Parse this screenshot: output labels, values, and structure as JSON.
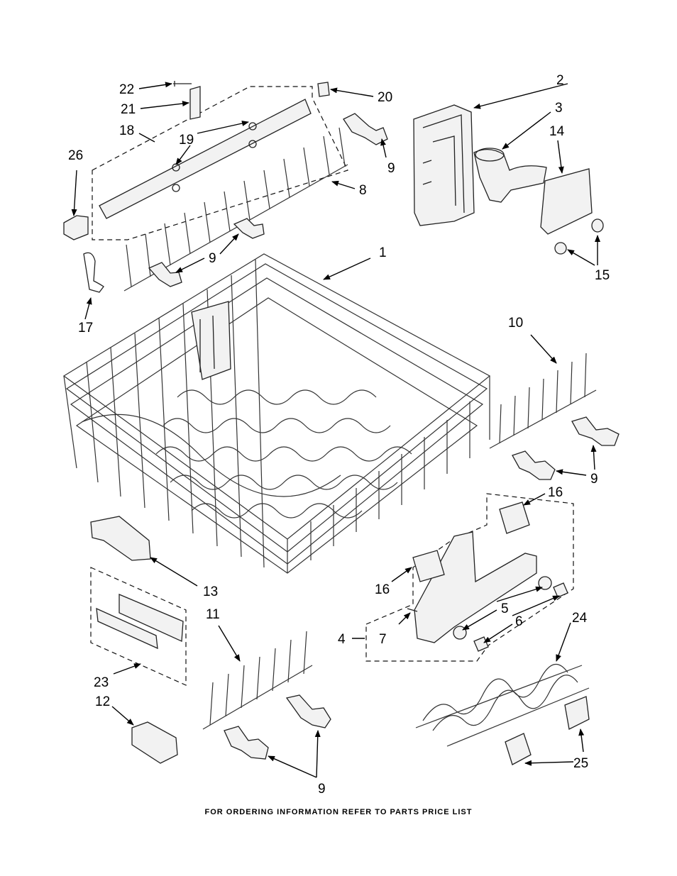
{
  "callouts": [
    {
      "id": "c1",
      "text": "1"
    },
    {
      "id": "c2",
      "text": "2"
    },
    {
      "id": "c3",
      "text": "3"
    },
    {
      "id": "c4",
      "text": "4"
    },
    {
      "id": "c5",
      "text": "5"
    },
    {
      "id": "c6",
      "text": "6"
    },
    {
      "id": "c7",
      "text": "7"
    },
    {
      "id": "c8",
      "text": "8"
    },
    {
      "id": "c9a",
      "text": "9"
    },
    {
      "id": "c9b",
      "text": "9"
    },
    {
      "id": "c9c",
      "text": "9"
    },
    {
      "id": "c9d",
      "text": "9"
    },
    {
      "id": "c10",
      "text": "10"
    },
    {
      "id": "c11",
      "text": "11"
    },
    {
      "id": "c12",
      "text": "12"
    },
    {
      "id": "c13",
      "text": "13"
    },
    {
      "id": "c14",
      "text": "14"
    },
    {
      "id": "c15",
      "text": "15"
    },
    {
      "id": "c16a",
      "text": "16"
    },
    {
      "id": "c16b",
      "text": "16"
    },
    {
      "id": "c17",
      "text": "17"
    },
    {
      "id": "c18",
      "text": "18"
    },
    {
      "id": "c19",
      "text": "19"
    },
    {
      "id": "c20",
      "text": "20"
    },
    {
      "id": "c21",
      "text": "21"
    },
    {
      "id": "c22",
      "text": "22"
    },
    {
      "id": "c23",
      "text": "23"
    },
    {
      "id": "c24",
      "text": "24"
    },
    {
      "id": "c25",
      "text": "25"
    },
    {
      "id": "c26",
      "text": "26"
    }
  ],
  "footer": "FOR ORDERING INFORMATION REFER TO PARTS PRICE LIST"
}
